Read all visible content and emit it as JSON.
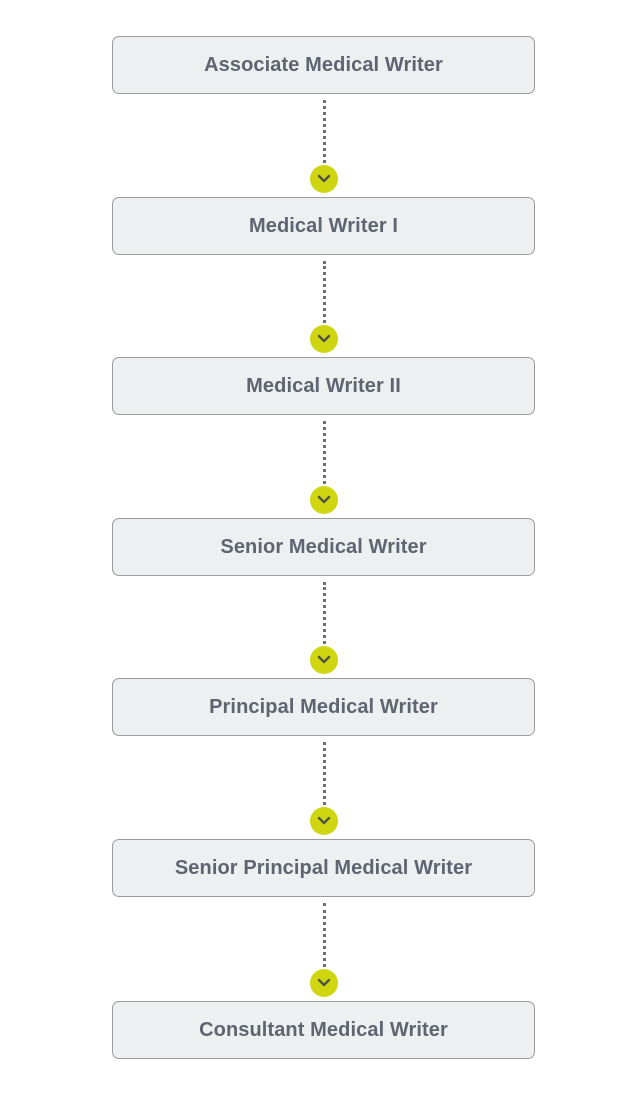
{
  "career_path": {
    "roles": [
      {
        "label": "Associate Medical Writer"
      },
      {
        "label": "Medical Writer I"
      },
      {
        "label": "Medical Writer II"
      },
      {
        "label": "Senior Medical Writer"
      },
      {
        "label": "Principal Medical Writer"
      },
      {
        "label": "Senior Principal Medical Writer"
      },
      {
        "label": "Consultant Medical Writer"
      }
    ],
    "connector_icon": "chevron-down-icon",
    "colors": {
      "box_fill": "#eeeff1",
      "box_border": "#9b9b9b",
      "text": "#5e6470",
      "arrow_fill": "#cfd60f",
      "dotted_line": "#6f6f6f"
    }
  }
}
